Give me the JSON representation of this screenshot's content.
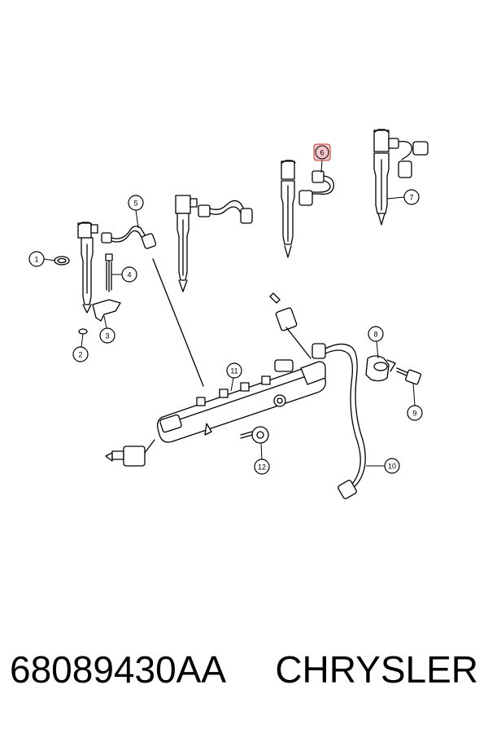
{
  "callouts": [
    {
      "id": "1",
      "label": "1"
    },
    {
      "id": "2",
      "label": "2"
    },
    {
      "id": "3",
      "label": "3"
    },
    {
      "id": "4",
      "label": "4"
    },
    {
      "id": "5",
      "label": "5"
    },
    {
      "id": "6",
      "label": "6",
      "highlighted": true
    },
    {
      "id": "7",
      "label": "7"
    },
    {
      "id": "8",
      "label": "8"
    },
    {
      "id": "9",
      "label": "9"
    },
    {
      "id": "10",
      "label": "10"
    },
    {
      "id": "11",
      "label": "11"
    },
    {
      "id": "12",
      "label": "12"
    }
  ],
  "footer": {
    "part_number": "68089430AA",
    "brand": "CHRYSLER"
  },
  "colors": {
    "line": "#000000",
    "highlight_fill": "#f4c6cc",
    "highlight_stroke": "#c0392b"
  }
}
